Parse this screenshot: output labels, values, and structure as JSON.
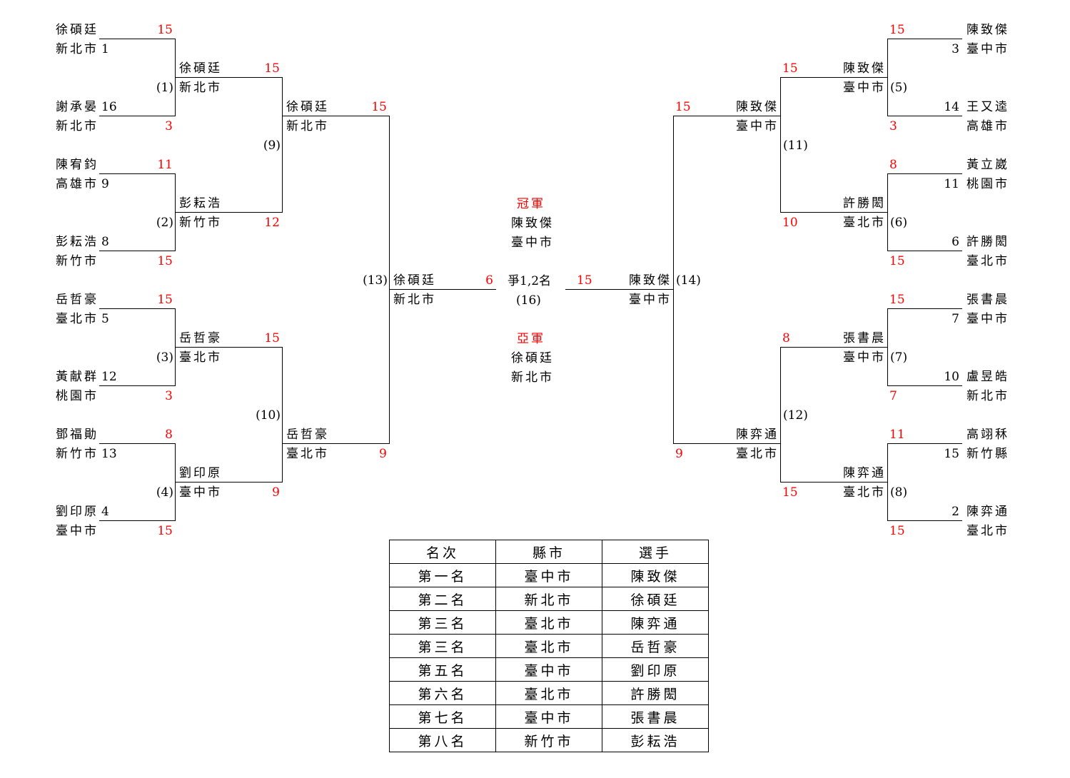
{
  "left": {
    "r1": [
      {
        "match": "(1)",
        "top": {
          "name": "徐碩廷",
          "city": "新北市",
          "seed": "1",
          "score": "15"
        },
        "bottom": {
          "name": "謝承晏",
          "city": "新北市",
          "seed": "16",
          "score": "3"
        }
      },
      {
        "match": "(2)",
        "top": {
          "name": "陳宥鈞",
          "city": "高雄市",
          "seed": "9",
          "score": "11"
        },
        "bottom": {
          "name": "彭耘浩",
          "city": "新竹市",
          "seed": "8",
          "score": "15"
        }
      },
      {
        "match": "(3)",
        "top": {
          "name": "岳哲豪",
          "city": "臺北市",
          "seed": "5",
          "score": "15"
        },
        "bottom": {
          "name": "黃献群",
          "city": "桃園市",
          "seed": "12",
          "score": "3"
        }
      },
      {
        "match": "(4)",
        "top": {
          "name": "鄧福勛",
          "city": "新竹市",
          "seed": "13",
          "score": "8"
        },
        "bottom": {
          "name": "劉印原",
          "city": "臺中市",
          "seed": "4",
          "score": "15"
        }
      }
    ],
    "r2": [
      {
        "match": "(9)",
        "top": {
          "name": "徐碩廷",
          "city": "新北市",
          "score": "15"
        },
        "bottom": {
          "name": "彭耘浩",
          "city": "新竹市",
          "score": "12"
        }
      },
      {
        "match": "(10)",
        "top": {
          "name": "岳哲豪",
          "city": "臺北市",
          "score": "15"
        },
        "bottom": {
          "name": "劉印原",
          "city": "臺中市",
          "score": "9"
        }
      }
    ],
    "r3": {
      "match": "(13)",
      "top": {
        "name": "徐碩廷",
        "city": "新北市",
        "score": "15"
      },
      "bottom": {
        "name": "岳哲豪",
        "city": "臺北市",
        "score": "9"
      }
    },
    "final": {
      "name": "徐碩廷",
      "city": "新北市",
      "score": "6"
    }
  },
  "right": {
    "r1": [
      {
        "match": "(5)",
        "top": {
          "name": "陳致傑",
          "city": "臺中市",
          "seed": "3",
          "score": "15"
        },
        "bottom": {
          "name": "王又逵",
          "city": "高雄市",
          "seed": "14",
          "score": "3"
        }
      },
      {
        "match": "(6)",
        "top": {
          "name": "黃立崴",
          "city": "桃園市",
          "seed": "11",
          "score": "8"
        },
        "bottom": {
          "name": "許勝閎",
          "city": "臺北市",
          "seed": "6",
          "score": "15"
        }
      },
      {
        "match": "(7)",
        "top": {
          "name": "張書晨",
          "city": "臺中市",
          "seed": "7",
          "score": "15"
        },
        "bottom": {
          "name": "盧昱皓",
          "city": "新北市",
          "seed": "10",
          "score": "7"
        }
      },
      {
        "match": "(8)",
        "top": {
          "name": "高翊秝",
          "city": "新竹縣",
          "seed": "15",
          "score": "11"
        },
        "bottom": {
          "name": "陳弈通",
          "city": "臺北市",
          "seed": "2",
          "score": "15"
        }
      }
    ],
    "r2": [
      {
        "match": "(11)",
        "top": {
          "name": "陳致傑",
          "city": "臺中市",
          "score": "15"
        },
        "bottom": {
          "name": "許勝閎",
          "city": "臺北市",
          "score": "10"
        }
      },
      {
        "match": "(12)",
        "top": {
          "name": "張書晨",
          "city": "臺中市",
          "score": "8"
        },
        "bottom": {
          "name": "陳弈通",
          "city": "臺北市",
          "score": "15"
        }
      }
    ],
    "r3": {
      "match": "(14)",
      "top": {
        "name": "陳致傑",
        "city": "臺中市",
        "score": "15"
      },
      "bottom": {
        "name": "陳弈通",
        "city": "臺北市",
        "score": "9"
      }
    },
    "final": {
      "name": "陳致傑",
      "city": "臺中市",
      "score": "15"
    }
  },
  "center": {
    "champion_label": "冠軍",
    "champion_name": "陳致傑",
    "champion_city": "臺中市",
    "final_label": "爭1,2名",
    "final_match": "(16)",
    "runnerup_label": "亞軍",
    "runnerup_name": "徐碩廷",
    "runnerup_city": "新北市"
  },
  "ranking": {
    "headers": [
      "名次",
      "縣市",
      "選手"
    ],
    "rows": [
      [
        "第一名",
        "臺中市",
        "陳致傑"
      ],
      [
        "第二名",
        "新北市",
        "徐碩廷"
      ],
      [
        "第三名",
        "臺北市",
        "陳弈通"
      ],
      [
        "第三名",
        "臺北市",
        "岳哲豪"
      ],
      [
        "第五名",
        "臺中市",
        "劉印原"
      ],
      [
        "第六名",
        "臺北市",
        "許勝閎"
      ],
      [
        "第七名",
        "臺中市",
        "張書晨"
      ],
      [
        "第八名",
        "新竹市",
        "彭耘浩"
      ]
    ]
  },
  "colors": {
    "score": "#ff0000",
    "line": "#000000"
  }
}
